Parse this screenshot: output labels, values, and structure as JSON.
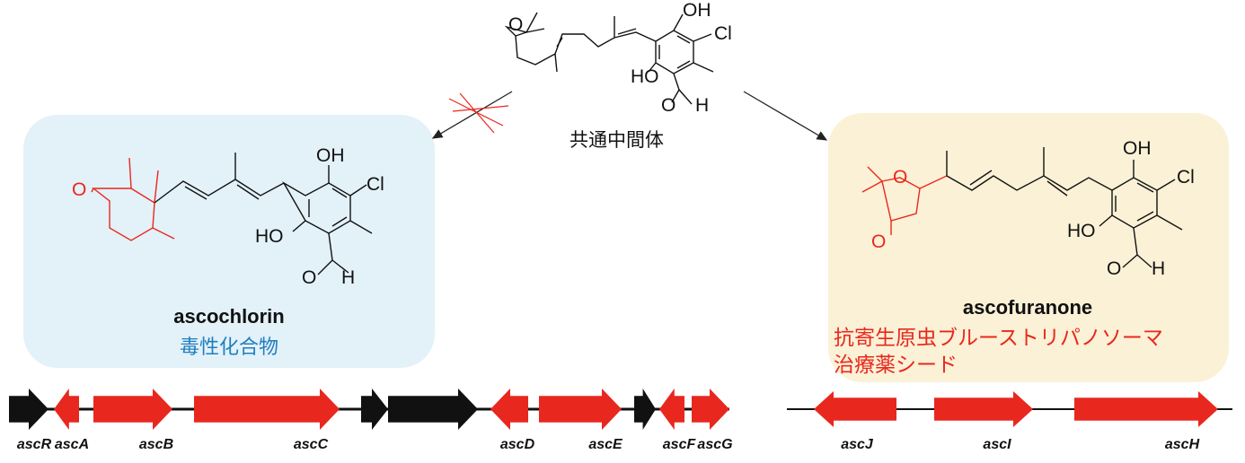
{
  "intermediate": {
    "label": "共通中間体",
    "atoms": {
      "oh_top": "OH",
      "cl": "Cl",
      "ho": "HO",
      "o_ald": "O",
      "h_ald": "H",
      "o_epox": "O"
    }
  },
  "left_compound": {
    "name": "ascochlorin",
    "caption": "毒性化合物",
    "atoms": {
      "o_ketone": "O",
      "oh_top": "OH",
      "cl": "Cl",
      "ho": "HO",
      "o_ald": "O",
      "h_ald": "H"
    }
  },
  "right_compound": {
    "name": "ascofuranone",
    "caption_line1": "抗寄生原虫ブルーストリパノソーマ",
    "caption_line2": "治療薬シード",
    "atoms": {
      "o_ring": "O",
      "o_ketone": "O",
      "oh_top": "OH",
      "cl": "Cl",
      "ho": "HO",
      "o_ald": "O",
      "h_ald": "H"
    }
  },
  "gene_cluster_left": [
    {
      "name": "ascR",
      "direction": "forward",
      "color": "black"
    },
    {
      "name": "ascA",
      "direction": "reverse",
      "color": "red"
    },
    {
      "name": "ascB",
      "direction": "forward",
      "color": "red"
    },
    {
      "name": "ascC",
      "direction": "forward",
      "color": "red"
    },
    {
      "name": "",
      "direction": "forward",
      "color": "black"
    },
    {
      "name": "",
      "direction": "forward",
      "color": "black"
    },
    {
      "name": "ascD",
      "direction": "reverse",
      "color": "red"
    },
    {
      "name": "ascE",
      "direction": "forward",
      "color": "red"
    },
    {
      "name": "",
      "direction": "forward",
      "color": "black"
    },
    {
      "name": "ascF",
      "direction": "reverse",
      "color": "red"
    },
    {
      "name": "ascG",
      "direction": "forward",
      "color": "red"
    }
  ],
  "gene_cluster_right": [
    {
      "name": "ascJ",
      "direction": "reverse",
      "color": "red"
    },
    {
      "name": "ascI",
      "direction": "forward",
      "color": "red"
    },
    {
      "name": "ascH",
      "direction": "forward",
      "color": "red"
    }
  ],
  "colors": {
    "red": "#e8281e",
    "blue_caption": "#1f7fbf",
    "black": "#111111",
    "left_box": "#e3f1f9",
    "right_box": "#fbf1d6"
  }
}
